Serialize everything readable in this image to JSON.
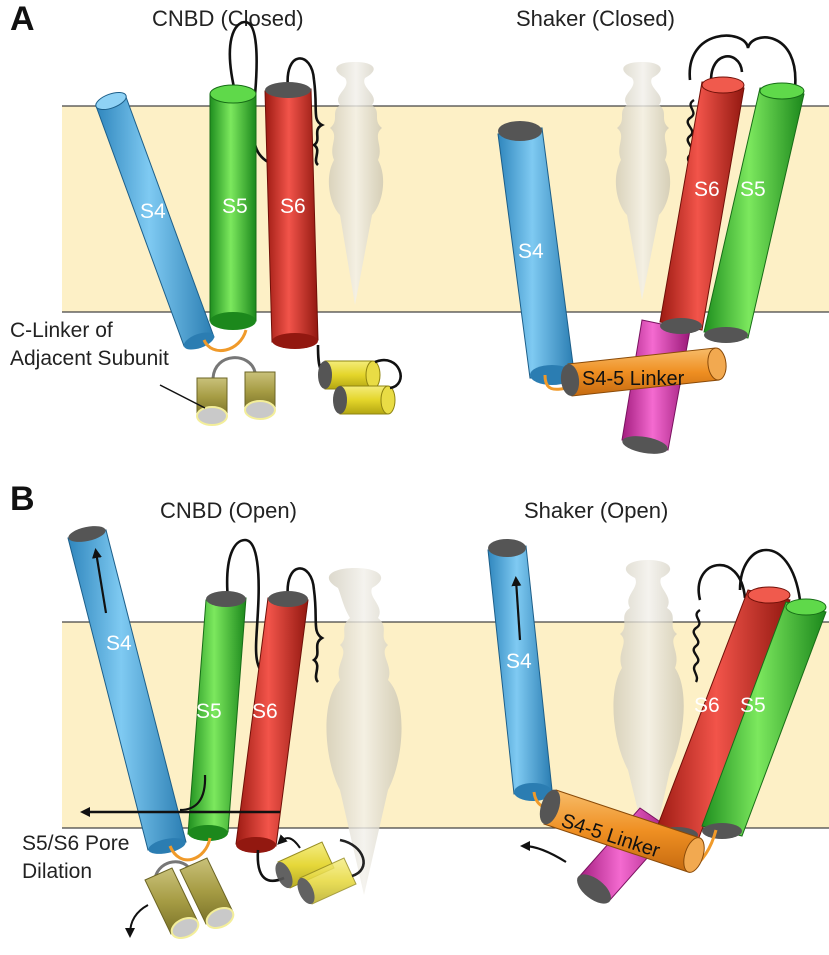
{
  "panels": [
    {
      "letter": "A",
      "left_title": "CNBD (Closed)",
      "right_title": "Shaker (Closed)",
      "left_helices": {
        "s4": "S4",
        "s5": "S5",
        "s6": "S6"
      },
      "right_helices": {
        "s4": "S4",
        "s5": "S5",
        "s6": "S6"
      },
      "linker_label": "S4-5 Linker",
      "annotation": [
        "C-Linker of",
        "Adjacent Subunit"
      ]
    },
    {
      "letter": "B",
      "left_title": "CNBD (Open)",
      "right_title": "Shaker (Open)",
      "left_helices": {
        "s4": "S4",
        "s5": "S5",
        "s6": "S6"
      },
      "right_helices": {
        "s4": "S4",
        "s5": "S5",
        "s6": "S6"
      },
      "linker_label": "S4-5 Linker",
      "annotation": [
        "S5/S6 Pore",
        "Dilation"
      ]
    }
  ],
  "colors": {
    "membrane": "#fdf0c6",
    "s4": "#5ab4e6",
    "s5": "#3cc43c",
    "s6": "#e0342a",
    "linker_orange": "#f09a2a",
    "magenta": "#e03ab0",
    "clinker_yellow": "#e6d830",
    "clinker_olive": "#a89f48",
    "pore_gray": "#d9d4c8"
  }
}
